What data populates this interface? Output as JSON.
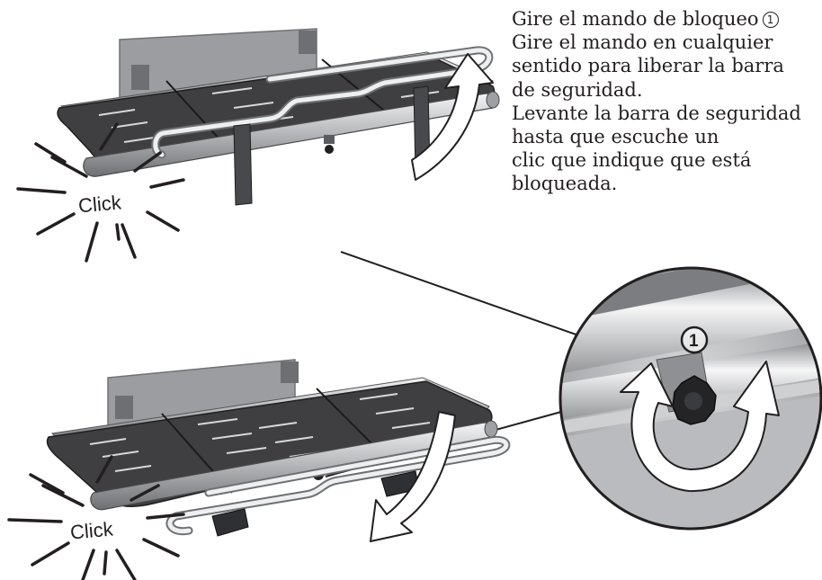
{
  "instructions": {
    "line1": "Gire el mando de bloqueo",
    "line1_ref": "1",
    "line2": "Gire el mando en cualquier",
    "line3": "sentido para liberar la barra",
    "line4": "de seguridad.",
    "line5": "Levante la barra de seguridad",
    "line6": "hasta que escuche un",
    "line7": "clic que indique que está",
    "line8": "bloqueada."
  },
  "top_illustration": {
    "sound_label": "Click"
  },
  "bottom_illustration": {
    "sound_label": "Click"
  },
  "callout": {
    "number": "1"
  },
  "colors": {
    "seat": "#3f3f41",
    "seat_stripe": "#d8d8d8",
    "wall_plate": "#9b9da0",
    "steel": "#c9cbce",
    "text": "#231f20",
    "arrow_fill": "#ffffff"
  },
  "icons": [
    "click-burst-icon",
    "rotate-arrow-icon",
    "lift-arrow-icon",
    "lower-arrow-icon",
    "lock-knob-icon"
  ]
}
